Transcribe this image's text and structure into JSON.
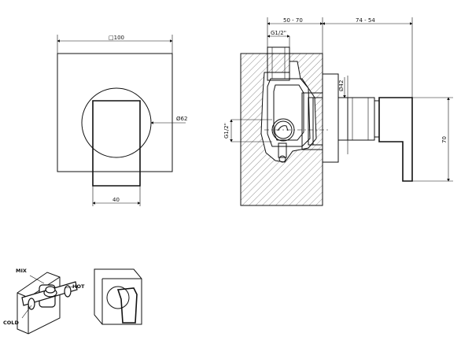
{
  "front_view": {
    "width_label": "□100",
    "diameter_label": "Ø62",
    "handle_width_label": "40"
  },
  "side_view": {
    "depth_wall_label": "50 - 70",
    "depth_out_label": "74 - 54",
    "thread_top_label": "G1/2\"",
    "thread_left_label": "G1/2\"",
    "diameter_label": "Ø42",
    "height_label": "70"
  },
  "install_view": {
    "mix_label": "MIX",
    "hot_label": "HOT",
    "cold_label": "COLD"
  }
}
